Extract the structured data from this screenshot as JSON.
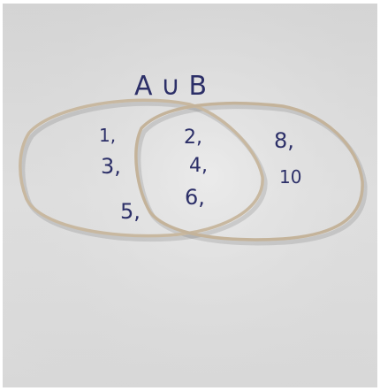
{
  "photo": {
    "title": "A ∪ B",
    "set_a_only": [
      "1,",
      "3,",
      "5,"
    ],
    "intersection": [
      "2,",
      "4,",
      "6,"
    ],
    "set_b_only": [
      "8,",
      "10"
    ],
    "colors": {
      "paper": "#dcdcdc",
      "band": "#c8b8a0",
      "ink": "#2c2f68"
    }
  }
}
